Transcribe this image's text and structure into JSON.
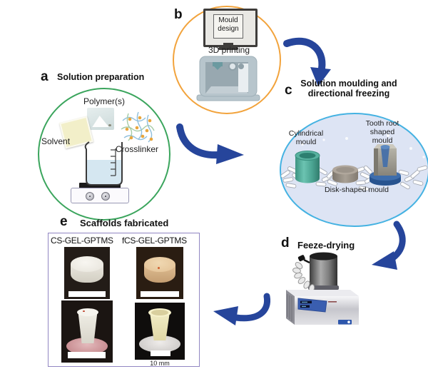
{
  "colors": {
    "arrow_blue": "#26459b",
    "circle_a_green": "#3ba55d",
    "circle_b_orange": "#f2a33c",
    "ellipse_c_border": "#44b2e2",
    "ellipse_c_fill": "#dde4f4",
    "box_e_border": "#9186c2"
  },
  "panel_a": {
    "letter": "a",
    "title": "Solution preparation",
    "polymer_label": "Polymer(s)",
    "solvent_label": "Solvent",
    "crosslinker_label": "Crosslinker"
  },
  "panel_b": {
    "letter": "b",
    "monitor_text": "Mould design",
    "printing_label": "3D printing"
  },
  "panel_c": {
    "letter": "c",
    "title": "Solution moulding and directional freezing",
    "cylindrical_label": "Cylindrical mould",
    "tooth_label": "Tooth root shaped mould",
    "disk_label": "Disk-shaped mould"
  },
  "panel_d": {
    "letter": "d",
    "title": "Feeze-drying"
  },
  "panel_e": {
    "letter": "e",
    "title": "Scaffolds fabricated",
    "column_left": "CS-GEL-GPTMS",
    "column_right": "fCS-GEL-GPTMS",
    "scale_label": "10 mm"
  }
}
